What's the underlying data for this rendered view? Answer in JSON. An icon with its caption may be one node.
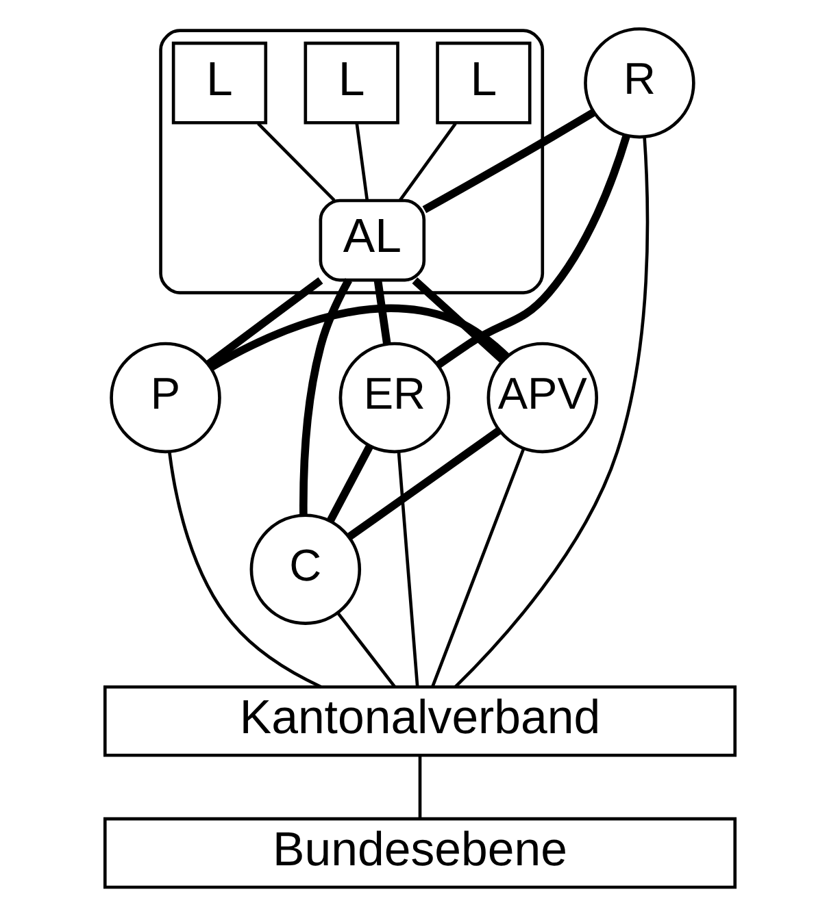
{
  "diagram": {
    "nodes": [
      {
        "text": [],
        "shape": "house"
      },
      {
        "text": [
          "L"
        ],
        "in": 0
      },
      {
        "text": [
          "L"
        ],
        "in": 0
      },
      {
        "text": [
          "L"
        ],
        "in": 0
      },
      {
        "text": [
          "AL"
        ],
        "in": 0
      },
      {
        "text": [
          "R"
        ]
      },
      {
        "text": [
          "P"
        ]
      },
      {
        "text": [
          "ER"
        ]
      },
      {
        "text": [
          "C"
        ]
      },
      {
        "text": [
          "APV"
        ]
      },
      {
        "text": [
          "Kantonalverband"
        ]
      },
      {
        "text": [
          "Bundesebene"
        ]
      }
    ],
    "edges": [
      {
        "from": 1,
        "to": 4,
        "arrow": "none"
      },
      {
        "from": 2,
        "to": 4,
        "arrow": "none"
      },
      {
        "from": 3,
        "to": 4,
        "arrow": "none"
      },
      {
        "from": 5,
        "to": 4,
        "arrow": "none",
        "style": "thick"
      },
      {
        "from": 4,
        "to": 6,
        "arrow": "none",
        "style": "thick"
      },
      {
        "from": 4,
        "to": 7,
        "arrow": "none",
        "style": "thick"
      },
      {
        "from": 4,
        "to": 8,
        "arrow": "none",
        "style": "thick"
      },
      {
        "from": 4,
        "to": 9,
        "arrow": "none",
        "style": "thick"
      },
      {
        "from": 5,
        "to": 7,
        "arrow": "none",
        "style": "thick"
      },
      {
        "from": 7,
        "to": 8,
        "arrow": "none",
        "style": "thick"
      },
      {
        "from": 8,
        "to": 9,
        "arrow": "none",
        "style": "thick"
      },
      {
        "from": 9,
        "to": 6,
        "arrow": "none",
        "style": "thick"
      },
      {
        "from": 5,
        "to": 10,
        "arrow": "none"
      },
      {
        "from": 7,
        "to": 10,
        "arrow": "none"
      },
      {
        "from": 8,
        "to": 10,
        "arrow": "none"
      },
      {
        "from": 9,
        "to": 10,
        "arrow": "none"
      },
      {
        "from": 6,
        "to": 10,
        "arrow": "none"
      },
      {
        "from": 10,
        "to": 11,
        "arrow": "none"
      }
    ]
  }
}
